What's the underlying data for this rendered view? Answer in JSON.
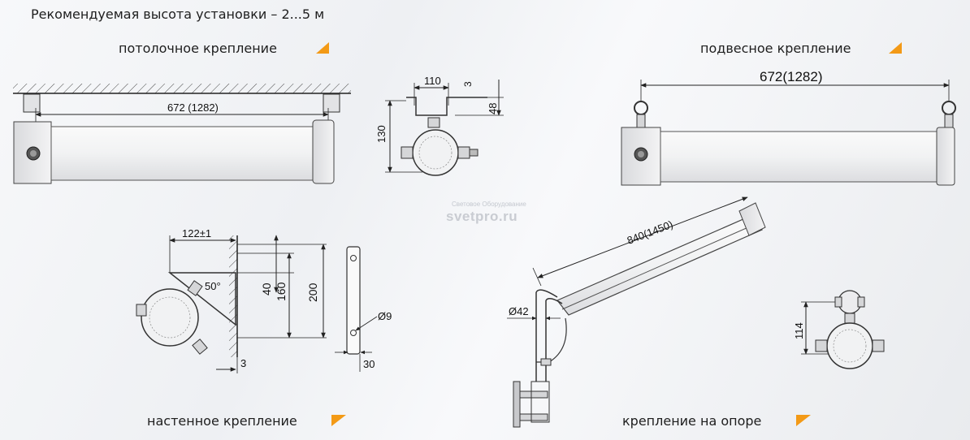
{
  "header": {
    "install_height": "Рекомендуемая высота установки – 2...5 м"
  },
  "labels": {
    "ceiling": "потолочное крепление",
    "suspended": "подвесное крепление",
    "wall": "настенное крепление",
    "pole": "крепление на опоре"
  },
  "watermark": {
    "small": "Световое Оборудование",
    "big": "svetpro.ru"
  },
  "dims": {
    "ceiling_len": "672 (1282)",
    "suspended_len": "672(1282)",
    "bracket_w": "110",
    "bracket_t": "3",
    "bracket_h": "48",
    "box_h": "130",
    "wall_offset": "122±1",
    "wall_angle": "50°",
    "wall_d40": "40",
    "wall_d160": "160",
    "wall_d200": "200",
    "wall_t": "3",
    "hole": "Ø9",
    "plate_w": "30",
    "pole_len": "840(1450)",
    "pole_dia": "Ø42",
    "box2_h": "114"
  },
  "colors": {
    "accent": "#f39a16",
    "line": "#222222"
  },
  "icons": {
    "marker": "triangle-marker-icon"
  }
}
